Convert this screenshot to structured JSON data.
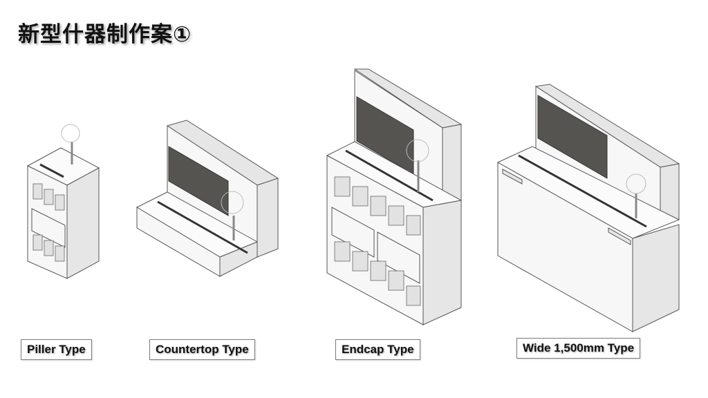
{
  "slide": {
    "title": "新型什器制作案①"
  },
  "fixtures": [
    {
      "label": "Piller Type"
    },
    {
      "label": "Countertop Type"
    },
    {
      "label": "Endcap Type"
    },
    {
      "label": "Wide 1,500mm Type"
    }
  ],
  "colors": {
    "screen": "#555450",
    "body": "#f7f7f7",
    "outline": "#555555"
  }
}
